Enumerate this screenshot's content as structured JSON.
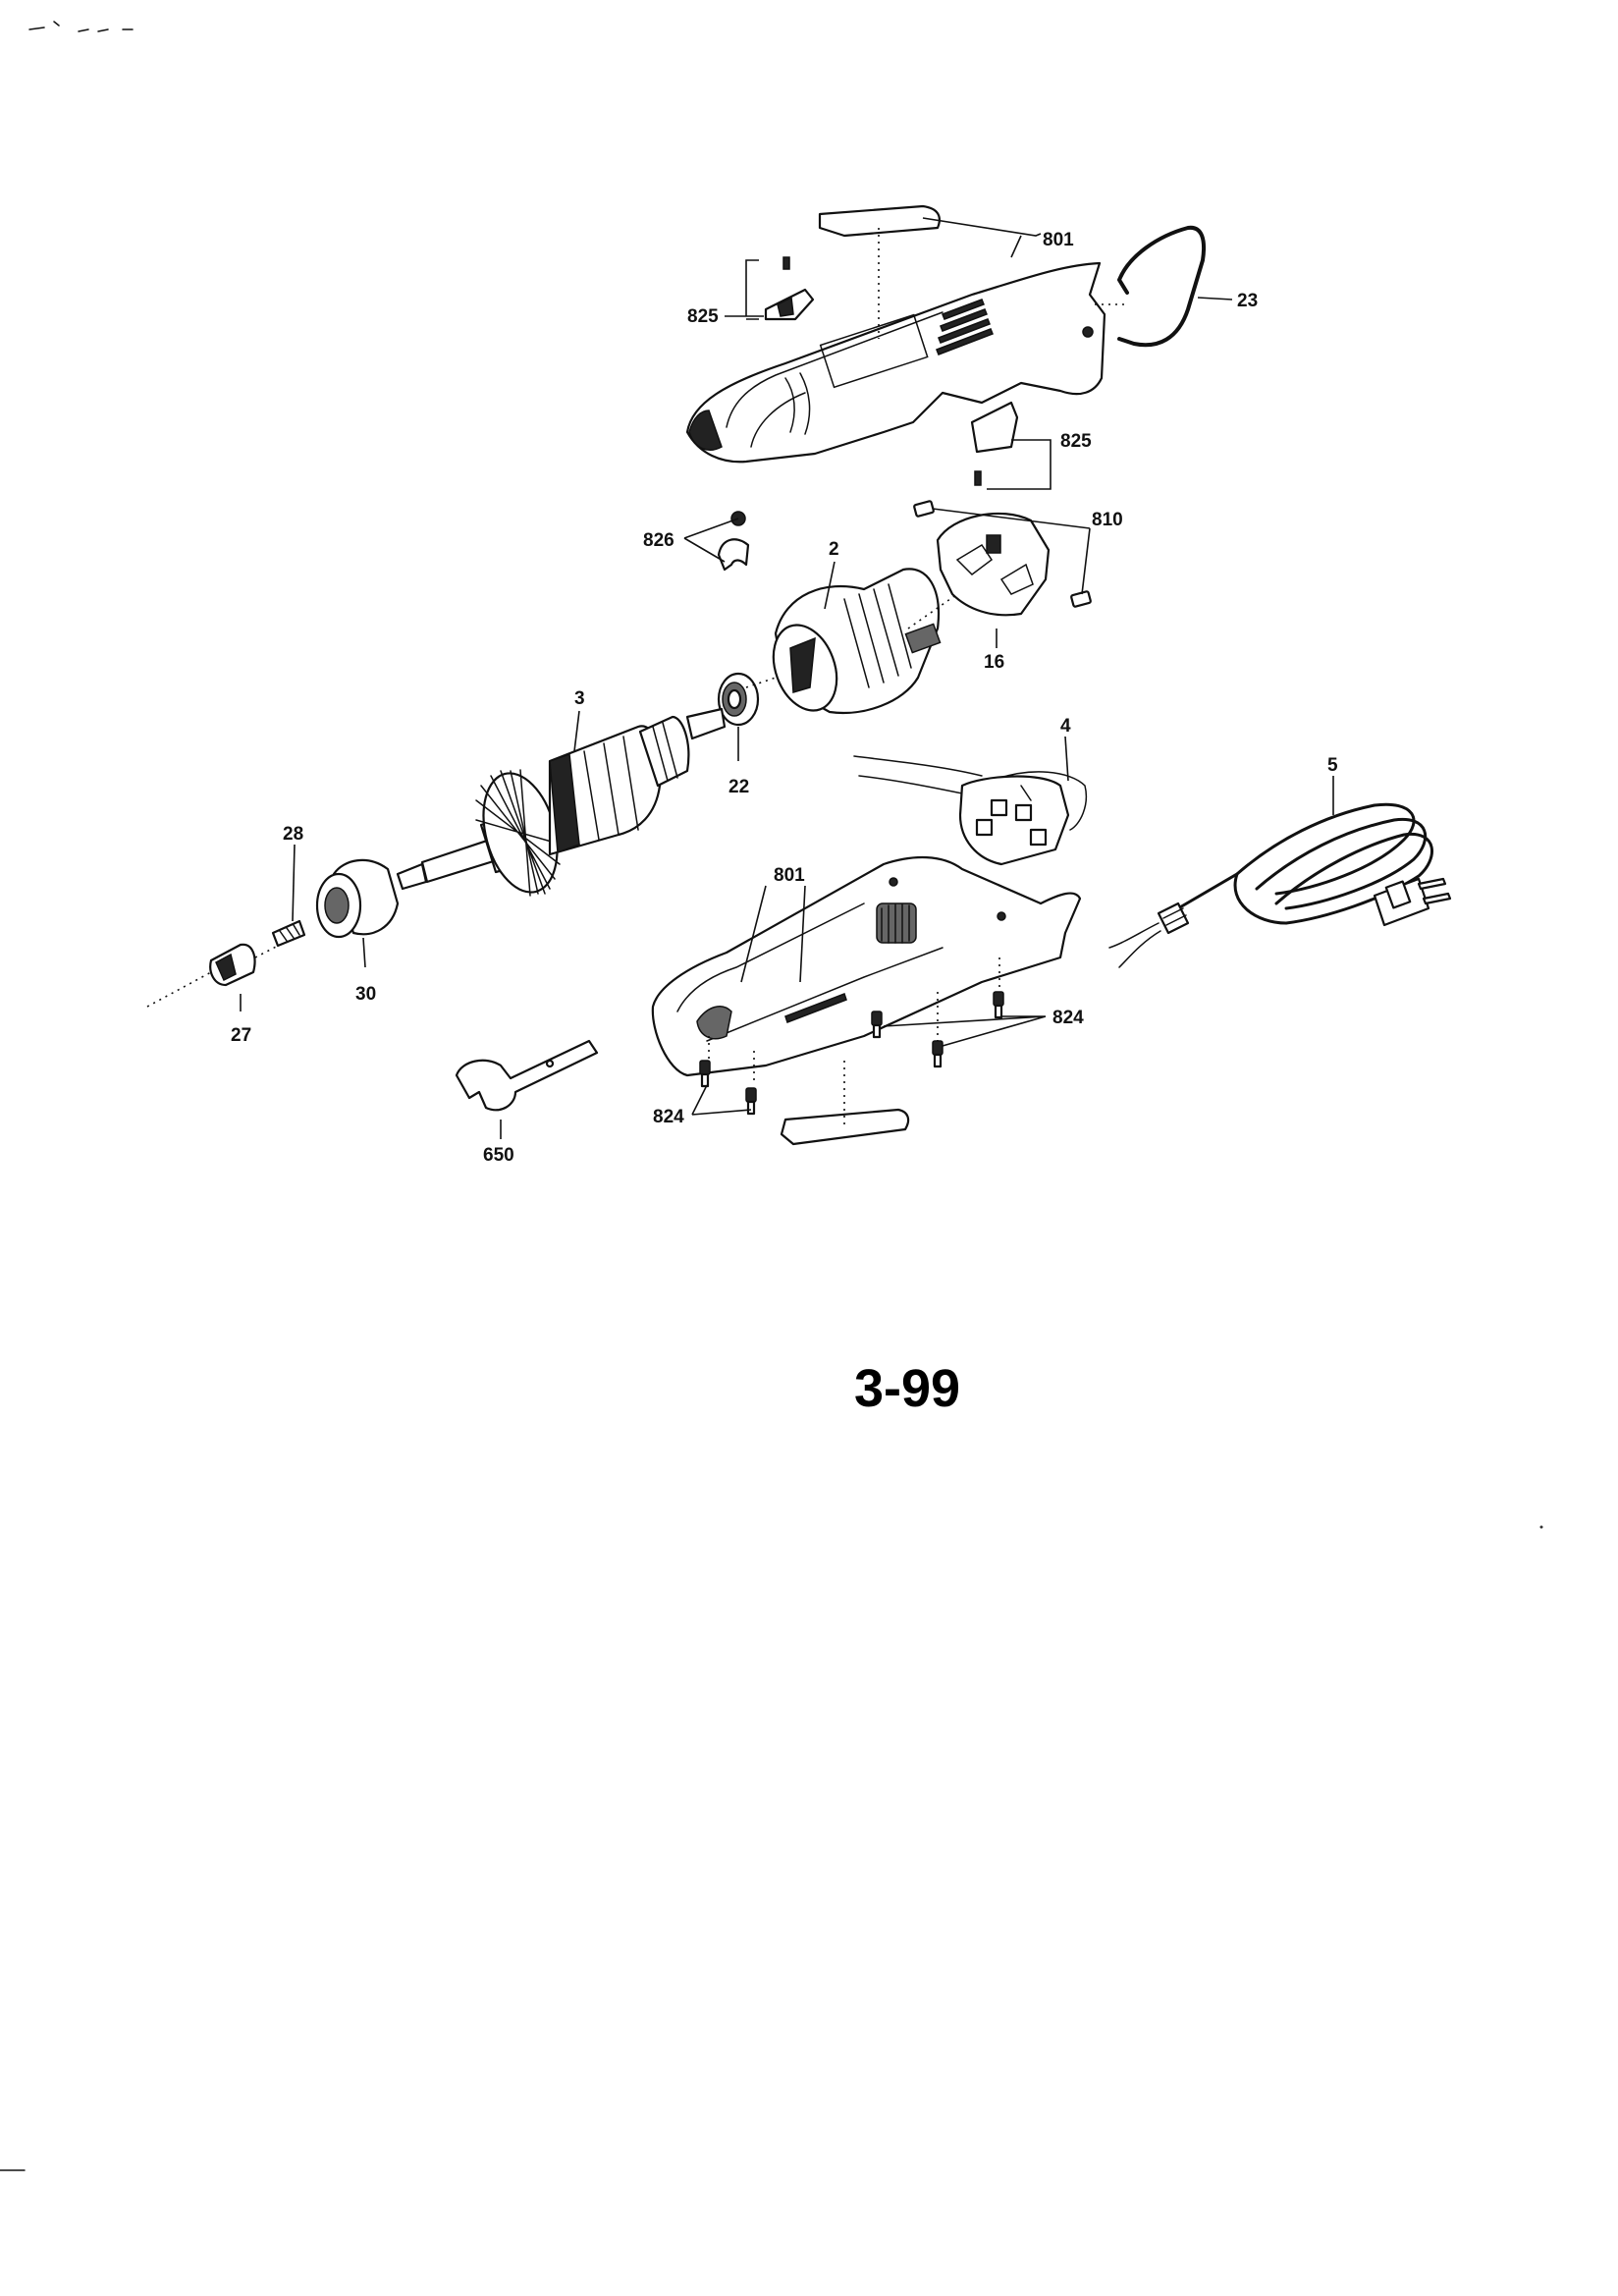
{
  "page_code": "3-99",
  "callouts": {
    "c801_top": "801",
    "c23": "23",
    "c825_top": "825",
    "c825_right": "825",
    "c826": "826",
    "c810": "810",
    "c2": "2",
    "c16": "16",
    "c3": "3",
    "c22": "22",
    "c4": "4",
    "c5": "5",
    "c28": "28",
    "c801_bottom": "801",
    "c30": "30",
    "c27": "27",
    "c824_right": "824",
    "c824_left": "824",
    "c650": "650"
  }
}
